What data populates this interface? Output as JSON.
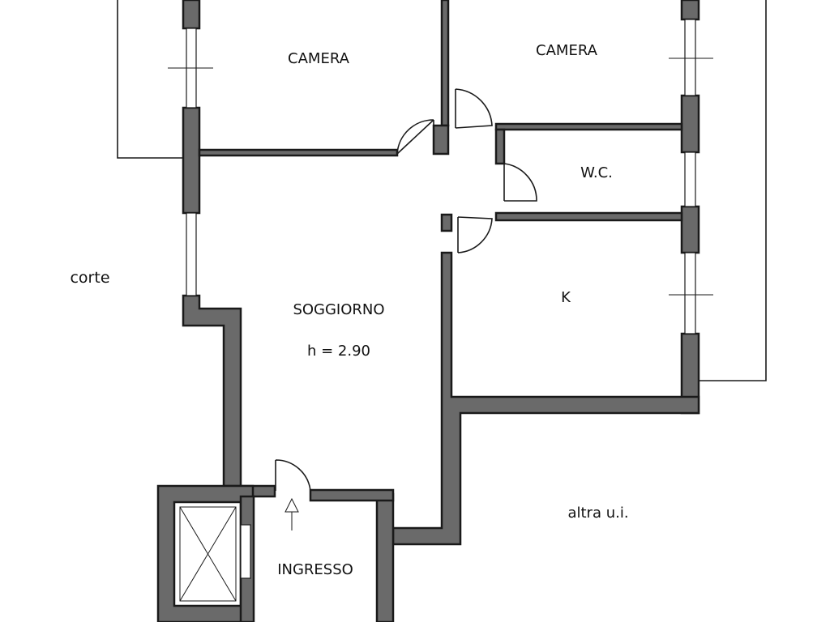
{
  "rooms": {
    "camera_left": "CAMERA",
    "camera_right": "CAMERA",
    "wc": "W.C.",
    "kitchen": "K",
    "living": "SOGGIORNO",
    "height": "h = 2.90",
    "entrance": "INGRESSO"
  },
  "areas": {
    "courtyard": "corte",
    "other_unit": "altra u.i."
  },
  "colors": {
    "wall_fill": "#6a6a6a",
    "line": "#1a1a1a",
    "background": "#ffffff"
  }
}
